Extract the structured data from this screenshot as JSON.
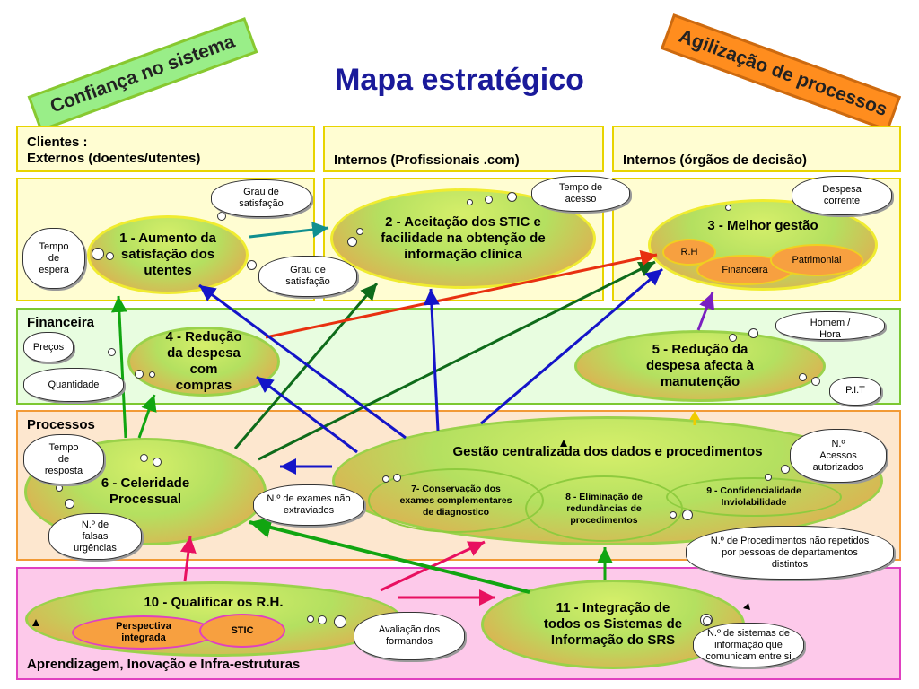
{
  "title": "Mapa estratégico",
  "tags": {
    "left": "Confiança no sistema",
    "right": "Agilização de processos"
  },
  "perspectives": {
    "clientes_line1": "Clientes :",
    "clientes_line2": "Externos (doentes/utentes)",
    "internos_prof": "Internos (Profissionais .com)",
    "internos_org": "Internos (órgãos de decisão)",
    "financeira": "Financeira",
    "processos": "Processos",
    "aprendizagem": "Aprendizagem, Inovação e Infra-estruturas"
  },
  "objectives": {
    "o1": "1 - Aumento da satisfação dos utentes",
    "o2": "2 - Aceitação dos STIC e facilidade na obtenção de informação clínica",
    "o3": "3 - Melhor gestão",
    "o4": "4 - Redução da despesa com compras",
    "o5": "5 - Redução da despesa afecta à manutenção",
    "o6": "6 - Celeridade Processual",
    "gestao": "Gestão centralizada dos dados e procedimentos",
    "o7": "7- Conservação dos exames complementares de diagnostico",
    "o8": "8 - Eliminação de redundâncias de procedimentos",
    "o9": "9 - Confidencialidade Inviolabilidade",
    "o10": "10 - Qualificar os R.H.",
    "o11": "11 - Integração de todos os Sistemas de Informação do SRS"
  },
  "sub_items": {
    "rh": "R.H",
    "financeira": "Financeira",
    "patrimonial": "Patrimonial",
    "perspectiva": "Perspectiva integrada",
    "stic": "STIC"
  },
  "indicators": {
    "grau1": "Grau de satisfação",
    "grau2": "Grau de satisfação",
    "tempo_espera": "Tempo de espera",
    "tempo_acesso": "Tempo de acesso",
    "despesa_corrente": "Despesa corrente",
    "preco": "Preços",
    "quantidade": "Quantidade",
    "homem_hora": "Homem / Hora",
    "pi": "P.I.T",
    "tempo_resposta": "Tempo de resposta",
    "exames": "N.º de exames não extraviados",
    "acessos": "N.º Acessos autorizados",
    "falsas": "N.º de falsas urgências",
    "procedimentos": "N.º de Procedimentos não repetidos por pessoas de departamentos distintos",
    "avaliacao": "Avaliação dos formandos",
    "sistemas": "N.º de sistemas de informação que comunicam entre si"
  }
}
